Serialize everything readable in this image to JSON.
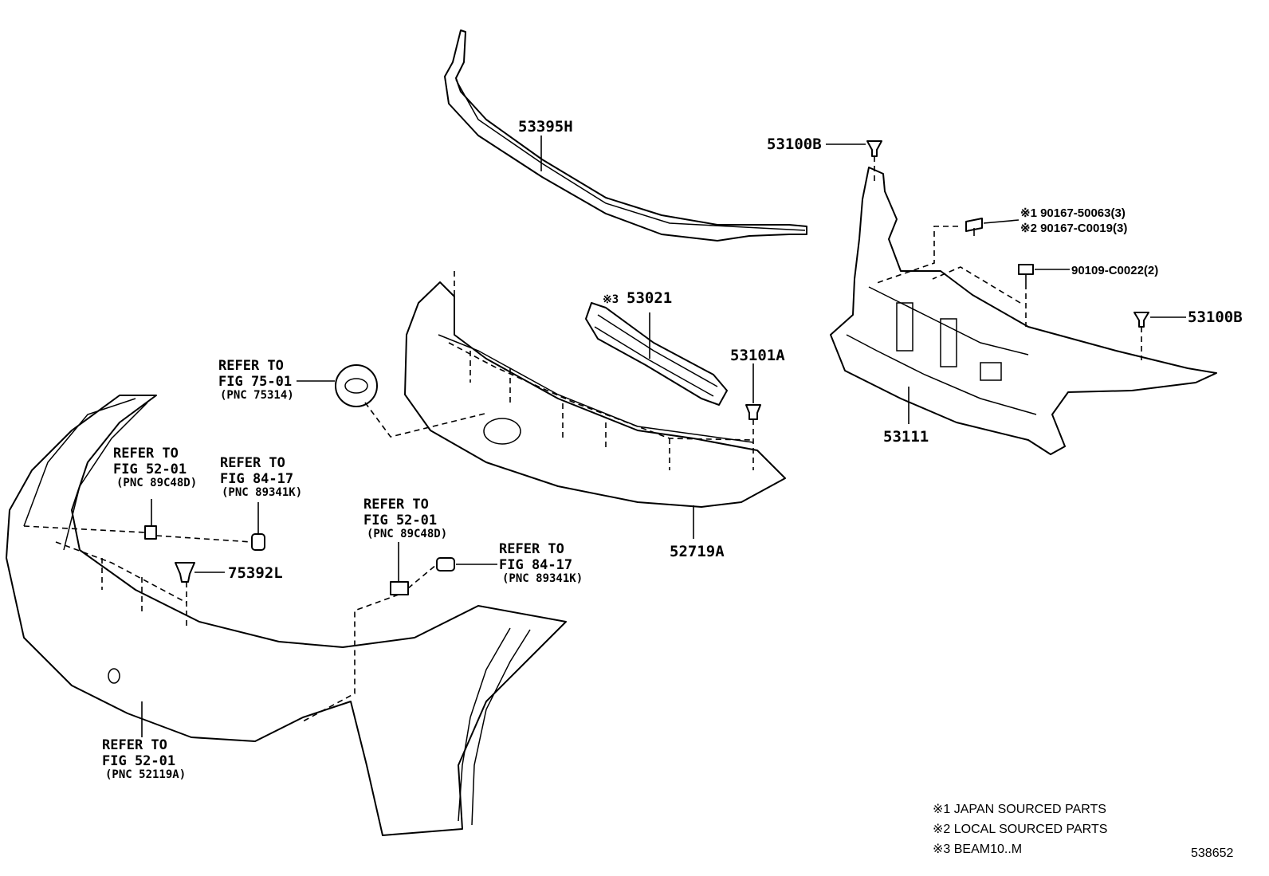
{
  "parts": {
    "p53395H": "53395H",
    "p53100B_top": "53100B",
    "p53100B_right": "53100B",
    "p53021_mark": "※3",
    "p53021": "53021",
    "p53101A": "53101A",
    "p53111": "53111",
    "p52719A": "52719A",
    "p75392L": "75392L",
    "bolt1": "※1 90167-50063(3)",
    "bolt2": "※2 90167-C0019(3)",
    "p90109": "90109-C0022(2)"
  },
  "refs": {
    "r1": {
      "l1": "REFER TO",
      "l2": "FIG 75-01",
      "l3": "(PNC 75314)"
    },
    "r2": {
      "l1": "REFER TO",
      "l2": "FIG 52-01",
      "l3": "(PNC 89C48D)"
    },
    "r3": {
      "l1": "REFER TO",
      "l2": "FIG 84-17",
      "l3": "(PNC 89341K)"
    },
    "r4": {
      "l1": "REFER TO",
      "l2": "FIG 52-01",
      "l3": "(PNC 89C48D)"
    },
    "r5": {
      "l1": "REFER TO",
      "l2": "FIG 84-17",
      "l3": "(PNC 89341K)"
    },
    "r6": {
      "l1": "REFER TO",
      "l2": "FIG 52-01",
      "l3": "(PNC 52119A)"
    }
  },
  "notes": {
    "n1": "※1 JAPAN SOURCED PARTS",
    "n2": "※2 LOCAL SOURCED PARTS",
    "n3": "※3 BEAM10..M"
  },
  "diagram_code": "538652"
}
